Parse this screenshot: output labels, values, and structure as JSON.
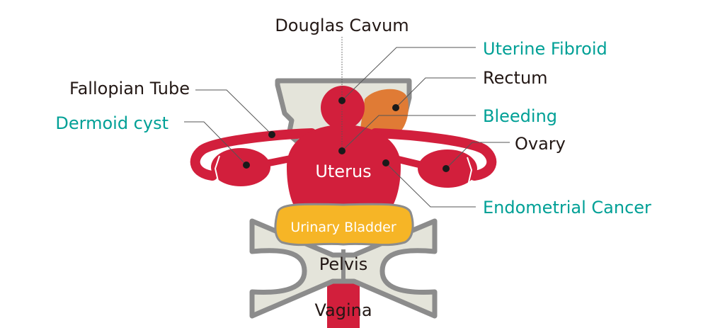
{
  "labels": {
    "douglas_cavum": "Douglas Cavum",
    "uterine_fibroid": "Uterine Fibroid",
    "rectum": "Rectum",
    "bleeding": "Bleeding",
    "ovary": "Ovary",
    "endometrial_cancer": "Endometrial Cancer",
    "fallopian_tube": "Fallopian Tube",
    "dermoid_cyst": "Dermoid cyst",
    "uterus": "Uterus",
    "urinary_bladder": "Urinary Bladder",
    "pelvis": "Pelvis",
    "vagina": "Vagina"
  },
  "colors": {
    "organ_red": "#d21f3c",
    "rectum_orange": "#e07b35",
    "bladder_yellow": "#f6b526",
    "bone_fill": "#e4e4da",
    "bone_stroke": "#8c8c8c",
    "condition_teal": "#00a096"
  }
}
